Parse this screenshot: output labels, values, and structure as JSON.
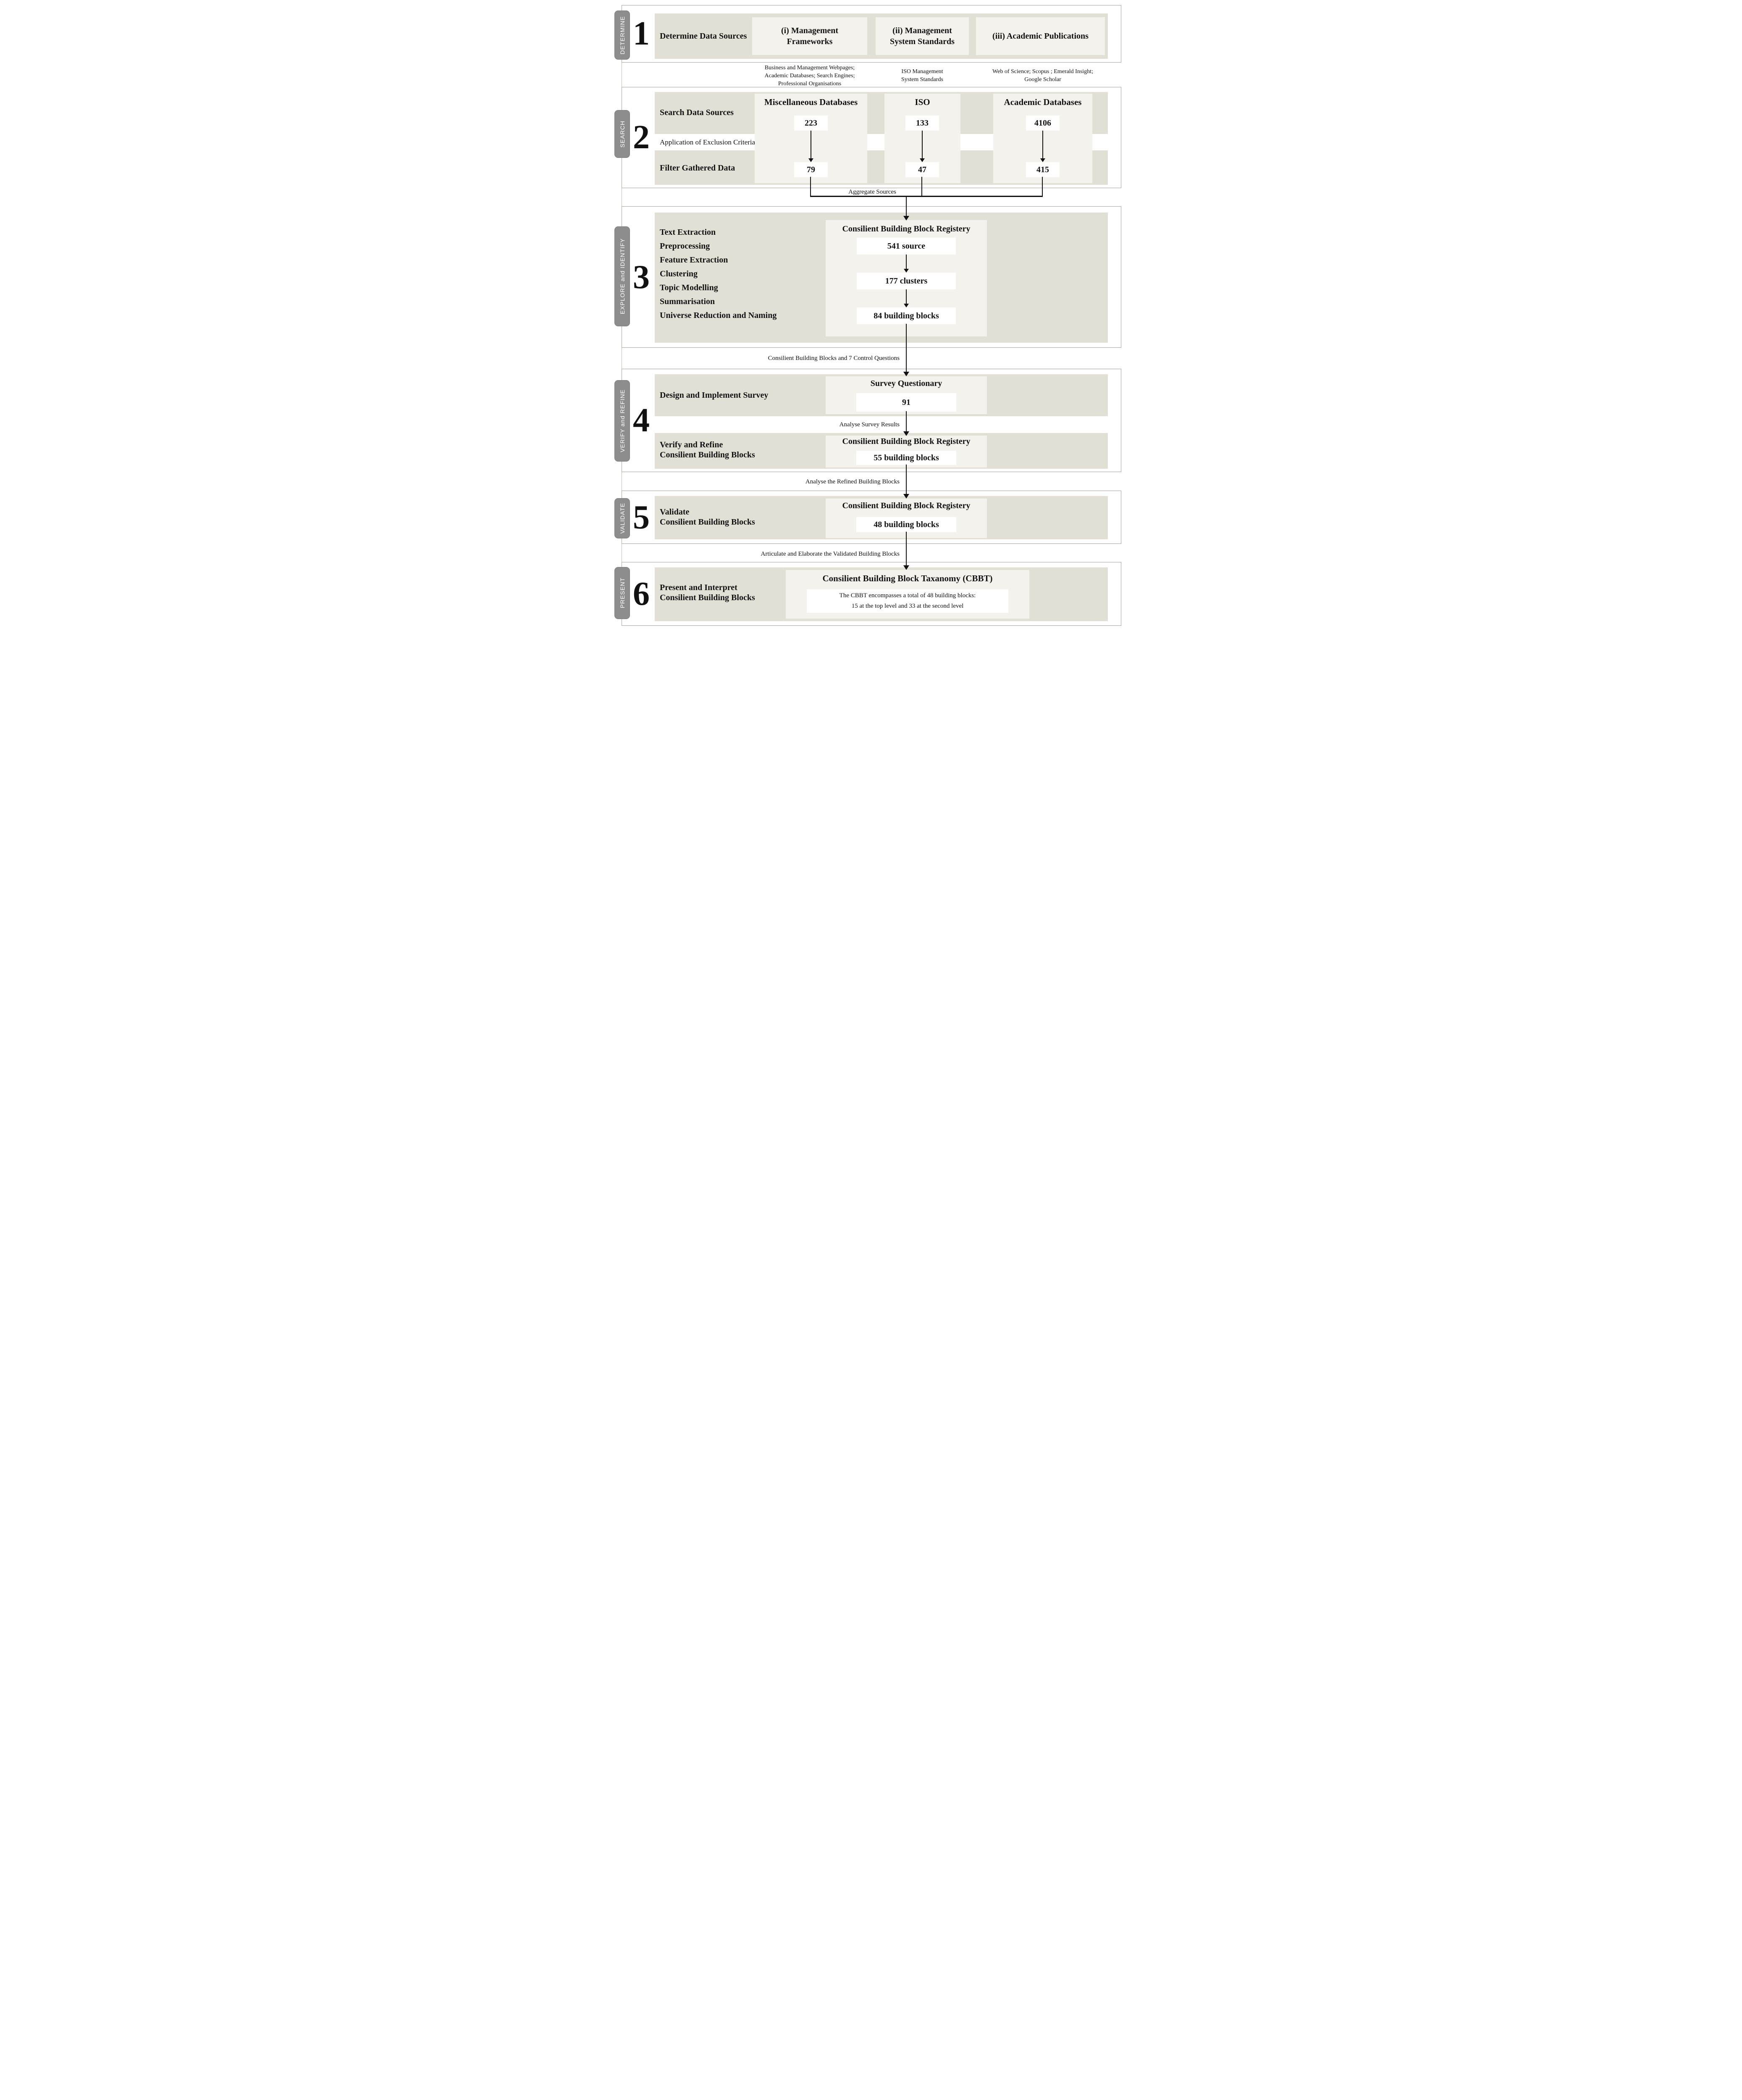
{
  "palette": {
    "band": "#e2dfd5",
    "light_box": "#f3f2ec",
    "white_box": "#ffffff",
    "tab_gray": "#8d8d8d",
    "line_black": "#111111",
    "border_gray": "#a3a29b"
  },
  "stage1": {
    "tab": "DETERMINE",
    "number": "1",
    "label": "Determine Data Sources",
    "sources": [
      {
        "title_lines": [
          "(i) Management",
          "Frameworks"
        ],
        "note_lines": [
          "Business and Management Webpages;",
          "Academic Databases; Search Engines;",
          "Professional Organisations"
        ]
      },
      {
        "title_lines": [
          "(ii) Management",
          "System Standards"
        ],
        "note_lines": [
          "ISO Management",
          "System Standards"
        ]
      },
      {
        "title_lines": [
          "(iii) Academic Publications"
        ],
        "note_lines": [
          "Web of Science; Scopus ; Emerald Insight;",
          "Google Scholar"
        ]
      }
    ]
  },
  "stage2": {
    "tab": "SEARCH",
    "number": "2",
    "row_labels": [
      "Search Data Sources",
      "Application of Exclusion Criteria",
      "Filter Gathered Data"
    ],
    "columns": [
      {
        "title": "Miscellaneous Databases",
        "initial": "223",
        "filtered": "79"
      },
      {
        "title": "ISO",
        "initial": "133",
        "filtered": "47"
      },
      {
        "title": "Academic Databases",
        "initial": "4106",
        "filtered": "415"
      }
    ],
    "connector": "Aggregate Sources"
  },
  "stage3": {
    "tab": "EXPLORE and IDENTIFY",
    "number": "3",
    "tasks": [
      "Text Extraction",
      "Preprocessing",
      "Feature Extraction",
      "Clustering",
      "Topic Modelling",
      "Summarisation",
      "Universe Reduction and Naming"
    ],
    "registry": {
      "title": "Consilient Building Block Registery",
      "steps": [
        "541 source",
        "177 clusters",
        "84 building blocks"
      ]
    },
    "connector_below": "Consilient Building Blocks and 7 Control Questions"
  },
  "stage4": {
    "tab": "VERIFY and REFINE",
    "number": "4",
    "design_label": "Design and Implement Survey",
    "survey_box": {
      "title": "Survey Questionary",
      "value": "91"
    },
    "mid_connector": "Analyse Survey Results",
    "verify_label_lines": [
      "Verify and Refine",
      "Consilient Building Blocks"
    ],
    "registry_box": {
      "title": "Consilient Building Block Registery",
      "value": "55 building blocks"
    },
    "connector_below": "Analyse the Refined Building Blocks"
  },
  "stage5": {
    "tab": "VALIDATE",
    "number": "5",
    "label_lines": [
      "Validate",
      "Consilient Building Blocks"
    ],
    "registry_box": {
      "title": "Consilient Building Block Registery",
      "value": "48 building blocks"
    },
    "connector_below": "Articulate and Elaborate the Validated Building Blocks"
  },
  "stage6": {
    "tab": "PRESENT",
    "number": "6",
    "label_lines": [
      "Present and Interpret",
      "Consilient Building Blocks"
    ],
    "taxonomy_box": {
      "title": "Consilient Building Block Taxanomy (CBBT)",
      "text_lines": [
        "The CBBT encompasses a total of 48 building blocks:",
        "15 at the top level and 33 at the second level"
      ]
    }
  }
}
